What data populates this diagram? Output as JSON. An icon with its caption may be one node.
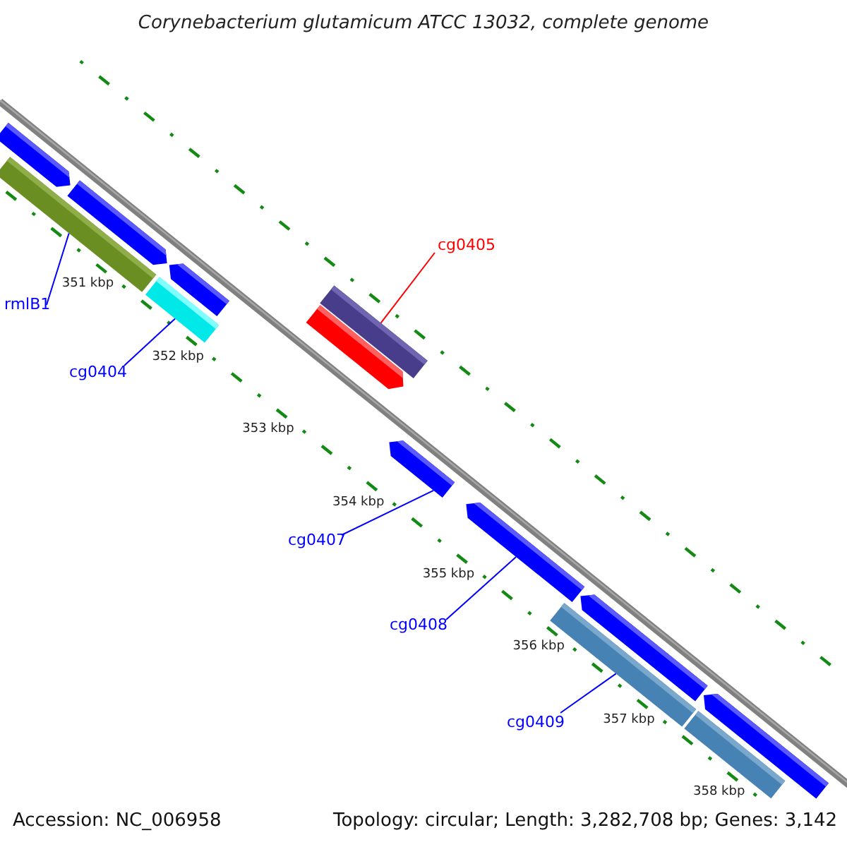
{
  "diagram": {
    "title": "Corynebacterium glutamicum ATCC 13032, complete genome",
    "nodes": [
      {
        "text": [
          "rmlB1"
        ]
      },
      {
        "text": [
          "cg0404"
        ]
      },
      {
        "text": [
          "cg0405"
        ]
      },
      {
        "text": [
          "cg0407"
        ]
      },
      {
        "text": [
          "cg0408"
        ]
      },
      {
        "text": [
          "cg0409"
        ]
      },
      {
        "text": [],
        "shape": "bar"
      },
      {
        "text": [],
        "shape": "bar"
      },
      {
        "text": [],
        "shape": "bar"
      },
      {
        "text": [],
        "shape": "bar"
      },
      {
        "text": [],
        "shape": "bar"
      },
      {
        "text": [],
        "shape": "bar"
      },
      {
        "text": [],
        "shape": "bar"
      },
      {
        "text": [],
        "shape": "bar"
      },
      {
        "text": [],
        "shape": "bar"
      },
      {
        "text": [],
        "shape": "bar"
      },
      {
        "text": [],
        "shape": "bar"
      },
      {
        "text": [],
        "shape": "bar"
      },
      {
        "text": [],
        "shape": "bar"
      }
    ],
    "edges": [
      {
        "from": 0,
        "to": 7,
        "arrow": "none"
      },
      {
        "from": 1,
        "to": 9,
        "arrow": "none"
      },
      {
        "from": 2,
        "to": 11,
        "arrow": "none",
        "color": "#ff0000"
      },
      {
        "from": 3,
        "to": 13,
        "arrow": "none"
      },
      {
        "from": 4,
        "to": 14,
        "arrow": "none"
      },
      {
        "from": 5,
        "to": 15,
        "arrow": "none"
      }
    ],
    "labels": [
      "351 kbp",
      "352 kbp",
      "353 kbp",
      "354 kbp",
      "355 kbp",
      "356 kbp",
      "357 kbp",
      "358 kbp",
      "Accession: NC_006958",
      "Topology: circular; Length: 3,282,708 bp; Genes: 3,142"
    ]
  }
}
